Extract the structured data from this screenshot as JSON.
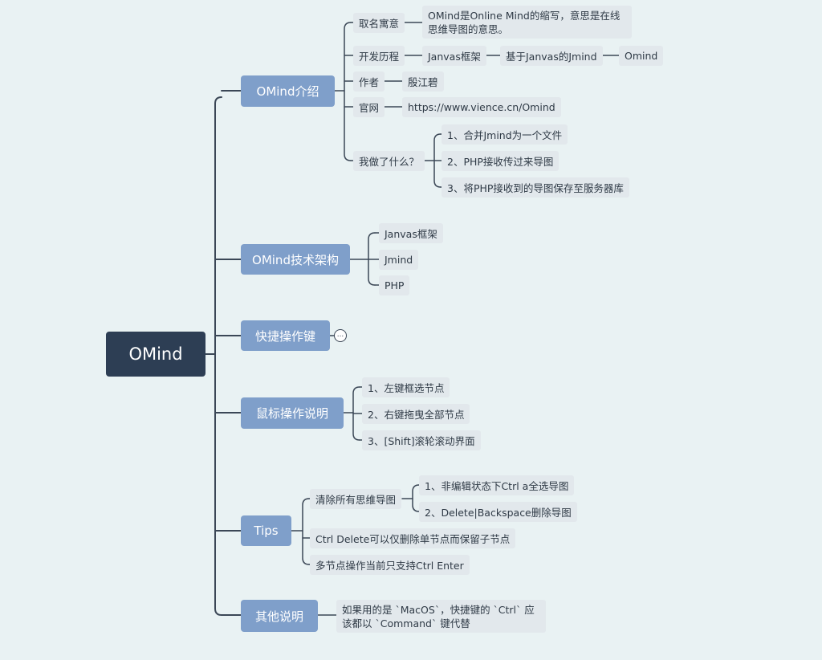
{
  "root": "OMind",
  "branches": {
    "intro": {
      "label": "OMind介绍",
      "naming": {
        "label": "取名寓意",
        "detail": "OMind是Online Mind的缩写，意思是在线思维导图的意思。"
      },
      "history": {
        "label": "开发历程",
        "steps": [
          "Janvas框架",
          "基于Janvas的Jmind",
          "Omind"
        ]
      },
      "author": {
        "label": "作者",
        "value": "殷江碧"
      },
      "site": {
        "label": "官网",
        "value": "https://www.vience.cn/Omind"
      },
      "work": {
        "label": "我做了什么？",
        "items": [
          "1、合并Jmind为一个文件",
          "2、PHP接收传过来导图",
          "3、将PHP接收到的导图保存至服务器库"
        ]
      }
    },
    "arch": {
      "label": "OMind技术架构",
      "items": [
        "Janvas框架",
        "Jmind",
        "PHP"
      ]
    },
    "shortcuts": {
      "label": "快捷操作键",
      "collapsed_marker": "..."
    },
    "mouse": {
      "label": "鼠标操作说明",
      "items": [
        "1、左键框选节点",
        "2、右键拖曳全部节点",
        "3、[Shift]滚轮滚动界面"
      ]
    },
    "tips": {
      "label": "Tips",
      "clear": {
        "label": "清除所有思维导图",
        "items": [
          "1、非编辑状态下Ctrl a全选导图",
          "2、Delete|Backspace删除导图"
        ]
      },
      "items": [
        "Ctrl Delete可以仅删除单节点而保留子节点",
        "多节点操作当前只支持Ctrl Enter"
      ]
    },
    "other": {
      "label": "其他说明",
      "detail": "如果用的是 `MacOS`，快捷键的 `Ctrl` 应该都以 `Command` 键代替"
    }
  },
  "colors": {
    "background": "#e9f2f3",
    "root": "#2d3e54",
    "branch": "#7f9fca",
    "leaf": "#e2e8ec",
    "line": "#3b4756"
  }
}
